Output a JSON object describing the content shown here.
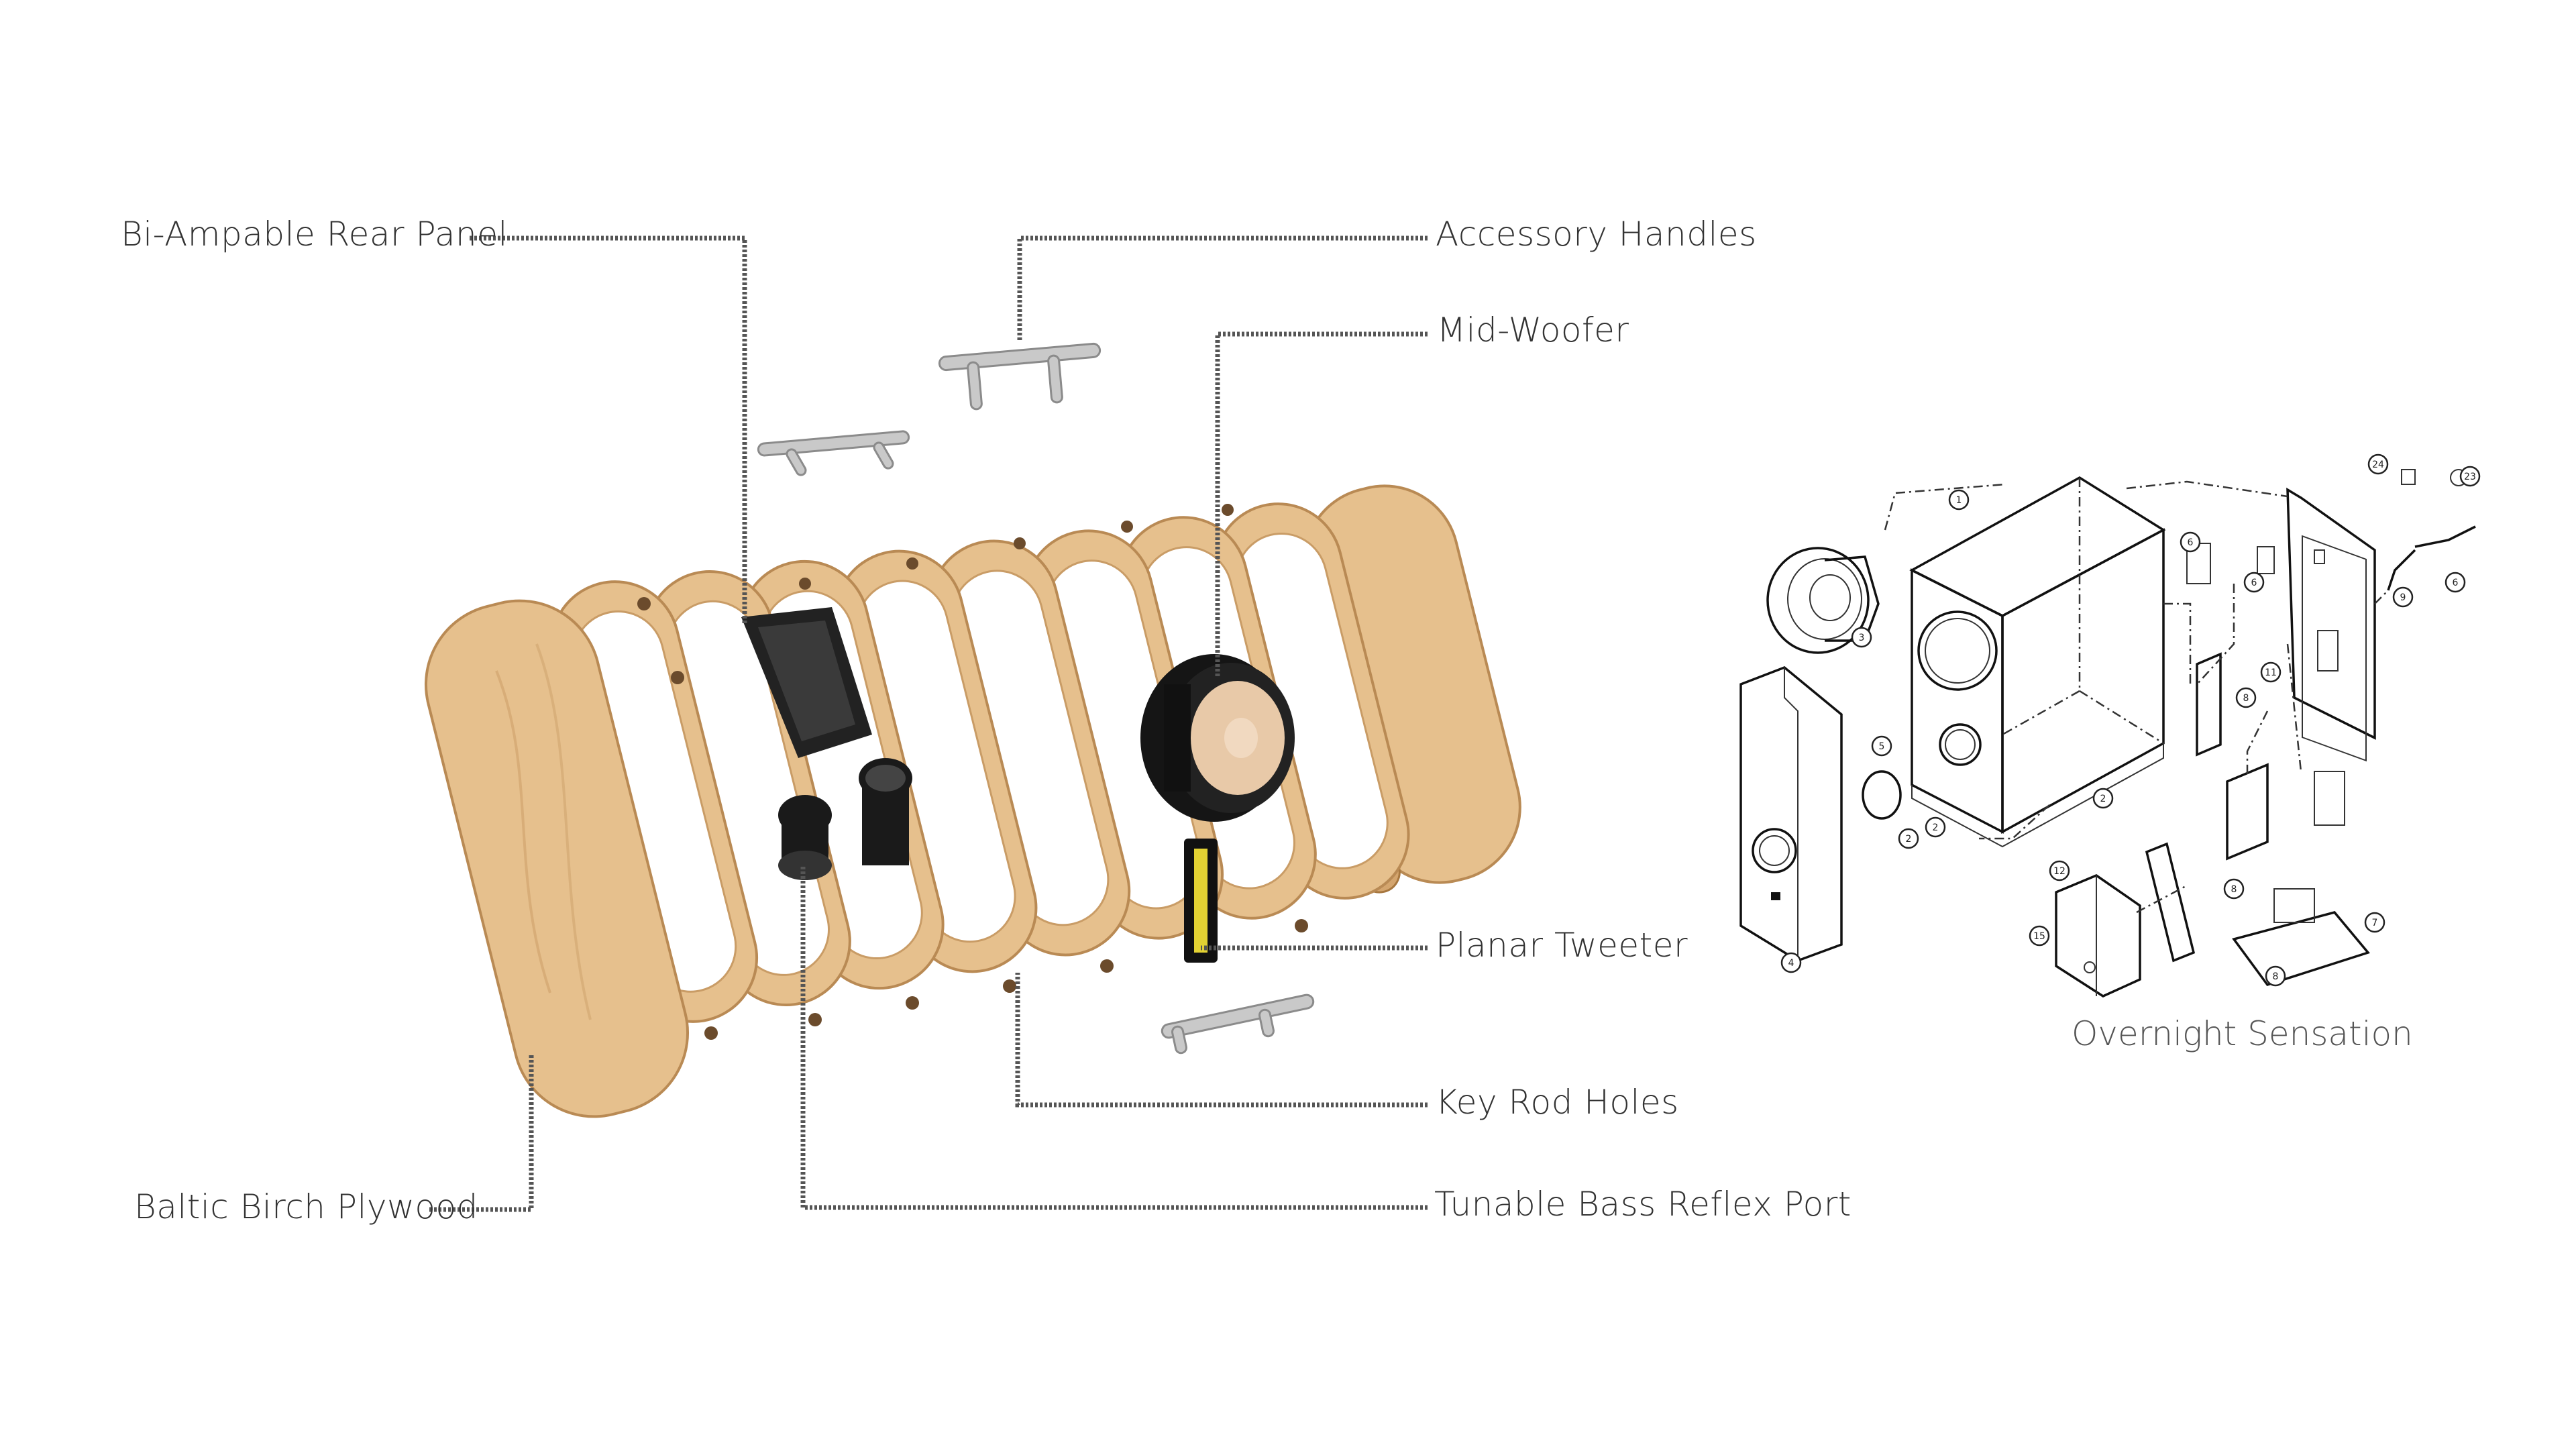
{
  "labels": {
    "rear_panel": "Bi-Ampable Rear Panel",
    "handles": "Accessory Handles",
    "mid_woofer": "Mid-Woofer",
    "planar_tweeter": "Planar Tweeter",
    "key_rod_holes": "Key Rod Holes",
    "bass_port": "Tunable Bass Reflex Port",
    "plywood": "Baltic Birch Plywood"
  },
  "caption": "Overnight Sensation",
  "callouts": [
    "1",
    "2",
    "2",
    "2",
    "3",
    "4",
    "5",
    "6",
    "6",
    "6",
    "7",
    "8",
    "8",
    "8",
    "9",
    "11",
    "12",
    "15",
    "23",
    "24"
  ],
  "colors": {
    "wood": "#e6c08d",
    "leader": "#555555",
    "metal": "#c9c9c9"
  }
}
